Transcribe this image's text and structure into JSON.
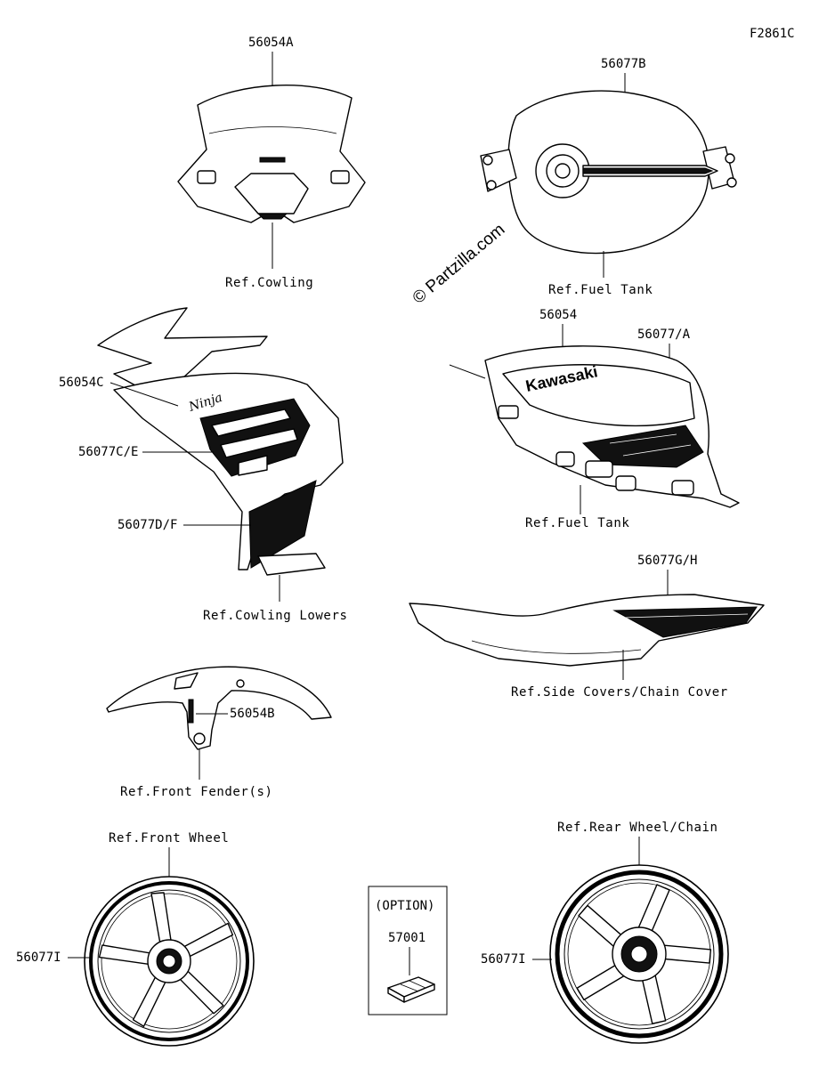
{
  "diagram_code": "F2861C",
  "watermark": "© Partzilla.com",
  "labels": {
    "windscreen_part": "56054A",
    "windscreen_ref": "Ref.Cowling",
    "tank_top_part": "56077B",
    "tank_top_ref": "Ref.Fuel Tank",
    "cowling_part_c": "56054C",
    "cowling_part_ce": "56077C/E",
    "cowling_part_df": "56077D/F",
    "cowling_lowers_ref": "Ref.Cowling Lowers",
    "tank_side_part": "56054",
    "tank_side_part_a": "56077/A",
    "tank_side_ref": "Ref.Fuel Tank",
    "side_cover_part": "56077G/H",
    "side_cover_ref": "Ref.Side Covers/Chain Cover",
    "fender_part": "56054B",
    "fender_ref": "Ref.Front Fender(s)",
    "front_wheel_ref": "Ref.Front Wheel",
    "front_wheel_part": "56077I",
    "option_title": "(OPTION)",
    "option_part": "57001",
    "rear_wheel_ref": "Ref.Rear Wheel/Chain",
    "rear_wheel_part": "56077I"
  },
  "decals": {
    "tank_brand": "Kawasaki",
    "cowl_model": "Ninja"
  }
}
